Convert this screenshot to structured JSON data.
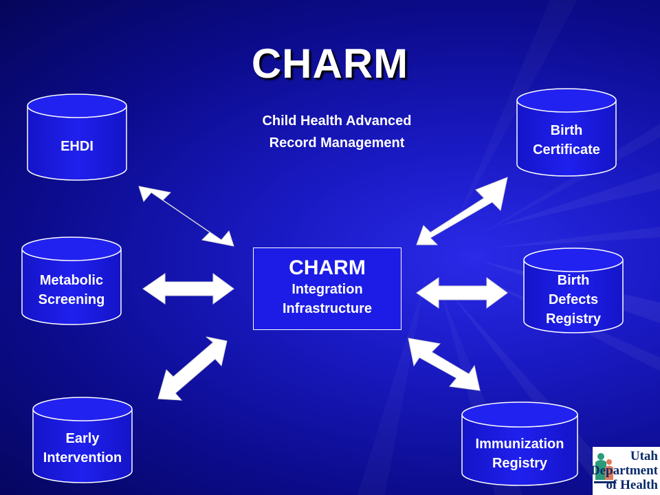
{
  "slide": {
    "title": "CHARM",
    "subtitle_line1": "Child Health Advanced",
    "subtitle_line2": "Record Management",
    "colors": {
      "background": "#1010a8",
      "cylinder_fill": "#1c1ce6",
      "cylinder_stroke": "#ffffff",
      "arrow": "#ffffff",
      "text": "#ffffff"
    }
  },
  "center": {
    "title": "CHARM",
    "line1": "Integration",
    "line2": "Infrastructure"
  },
  "systems": [
    {
      "id": "ehdi",
      "label": "EHDI"
    },
    {
      "id": "metabolic",
      "label": "Metabolic\nScreening"
    },
    {
      "id": "early",
      "label": "Early\nIntervention"
    },
    {
      "id": "birthcert",
      "label": "Birth\nCertificate"
    },
    {
      "id": "birthdefects",
      "label": "Birth\nDefects\nRegistry"
    },
    {
      "id": "immunization",
      "label": "Immunization\nRegistry"
    }
  ],
  "logo": {
    "text": "Utah\nDepartment\nof Health",
    "icon": "utah-figures-logo-icon"
  }
}
